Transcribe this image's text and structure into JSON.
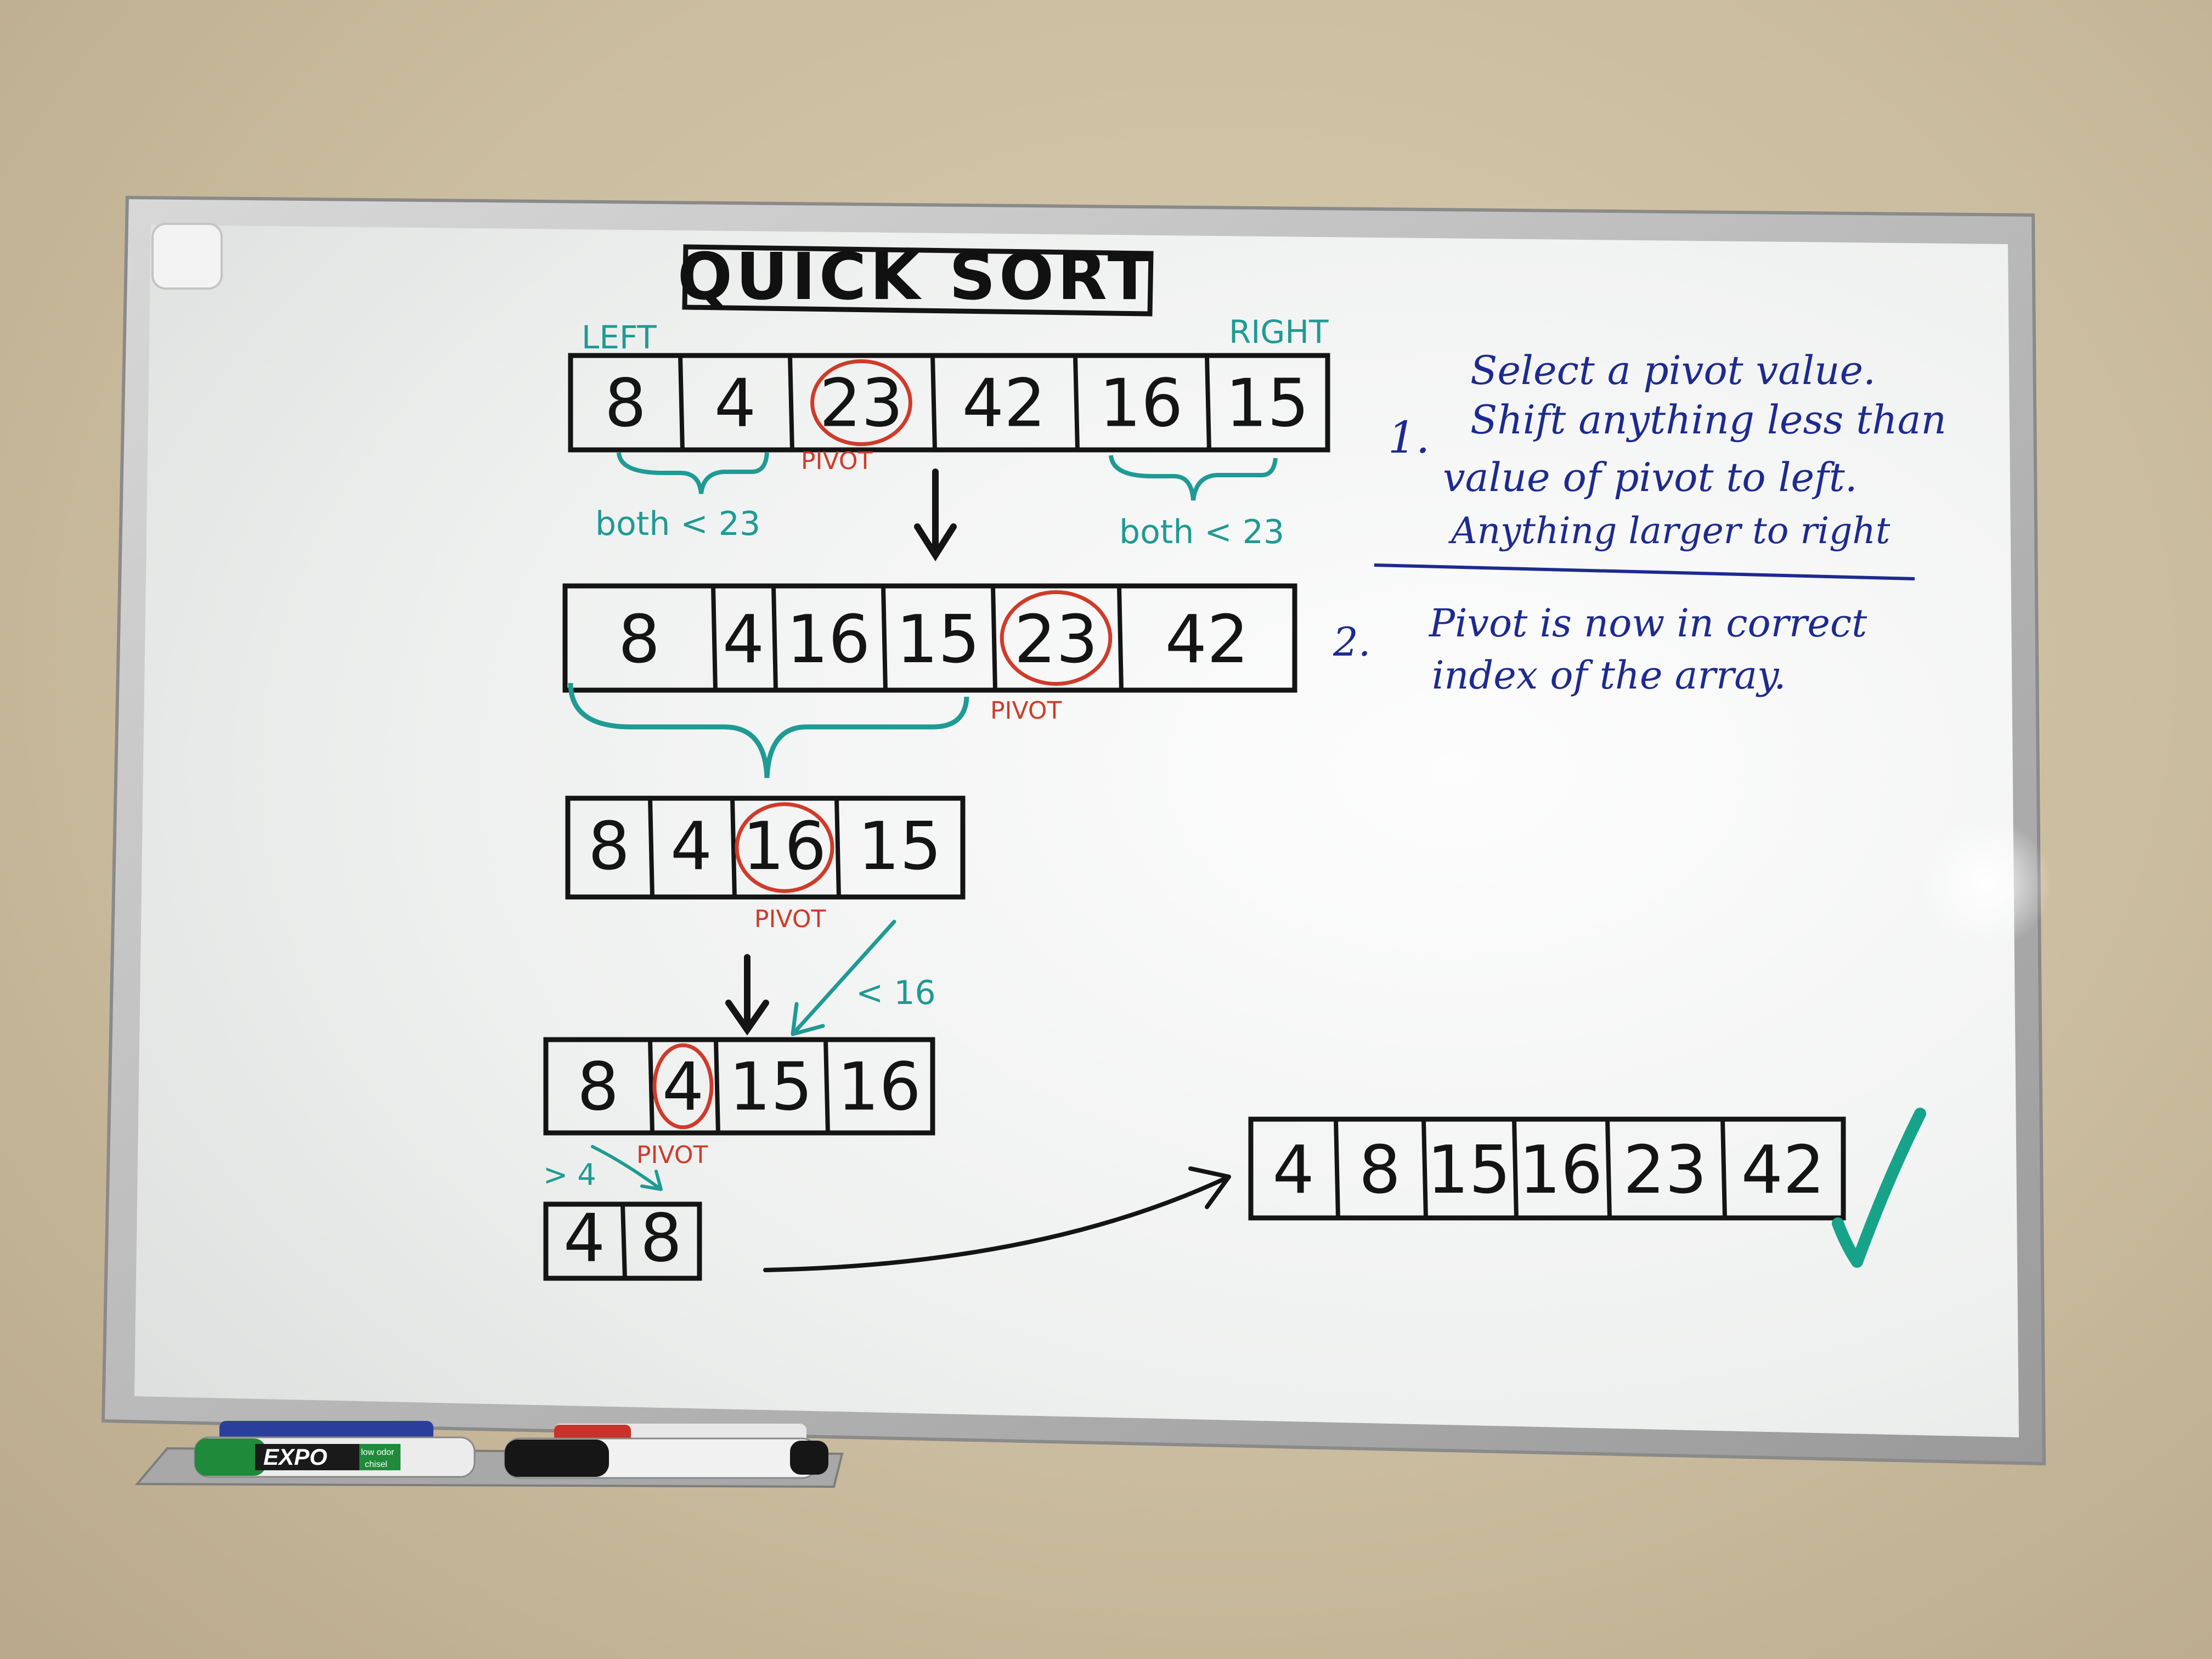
{
  "title": "QUICK SORT",
  "labels": {
    "left": "LEFT",
    "right": "RIGHT",
    "pivot": "PIVOT"
  },
  "arrays": {
    "initial": [
      "8",
      "4",
      "23",
      "42",
      "16",
      "15"
    ],
    "after_partition": [
      "8",
      "4",
      "16",
      "15",
      "23",
      "42"
    ],
    "left_sub": [
      "8",
      "4",
      "16",
      "15"
    ],
    "left_sub_after": [
      "8",
      "4",
      "15",
      "16"
    ],
    "small": [
      "4",
      "8"
    ],
    "sorted": [
      "4",
      "8",
      "15",
      "16",
      "23",
      "42"
    ]
  },
  "annotations": {
    "both_left": "both < 23",
    "both_right": "both < 23",
    "lt16": "< 16",
    "gt4": "> 4"
  },
  "notes": {
    "step1_heading": "Select a pivot value.",
    "step1_number": "1.",
    "step1_lines": [
      "Shift anything less than",
      "value of pivot to left.",
      "Anything larger to right"
    ],
    "step2_number": "2.",
    "step2_lines": [
      "Pivot is now in correct",
      "index of the array."
    ]
  },
  "markers": {
    "brand": "EXPO",
    "low_odor": "low odor",
    "chisel": "chisel"
  },
  "colors": {
    "ink_black": "#141414",
    "ink_teal": "#1f9a94",
    "ink_red": "#cf3b2a",
    "ink_blue": "#1d2a8f"
  }
}
